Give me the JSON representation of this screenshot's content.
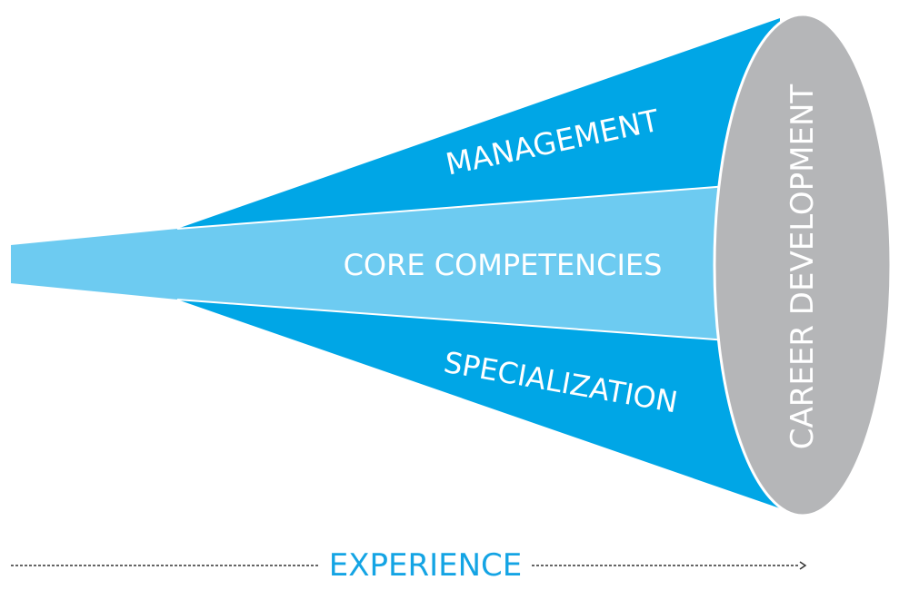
{
  "diagram": {
    "segments": {
      "top": "MANAGEMENT",
      "middle": "CORE COMPETENCIES",
      "bottom": "SPECIALIZATION"
    },
    "end_cap": "CAREER DEVELOPMENT",
    "axis_label": "EXPERIENCE"
  },
  "colors": {
    "dark_blue": "#00a6e6",
    "light_blue": "#6dcbf1",
    "gray": "#b5b6b8",
    "axis_text": "#14a4e4",
    "axis_line": "#333333"
  }
}
